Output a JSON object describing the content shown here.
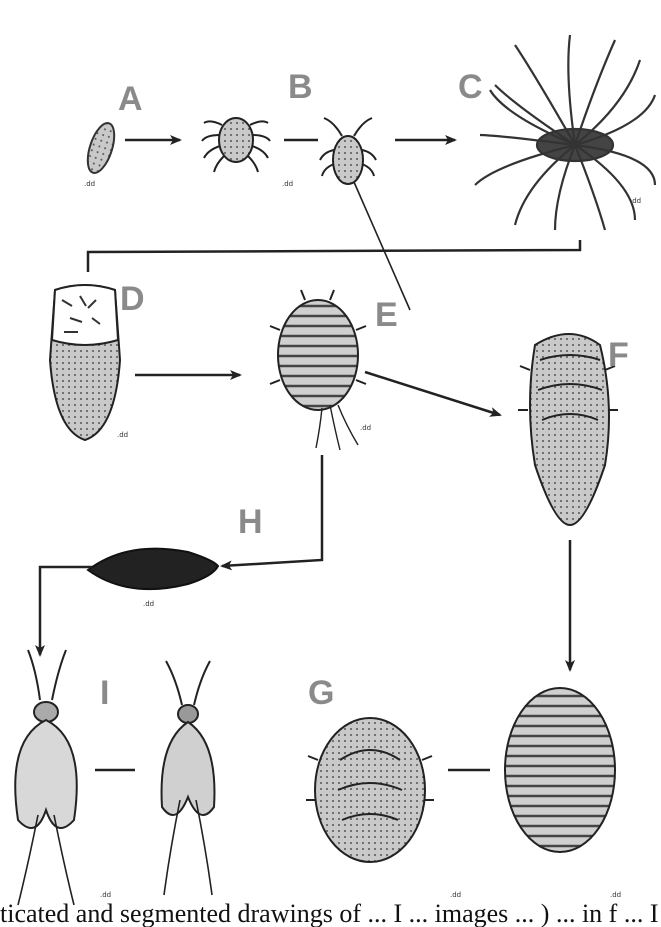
{
  "labels": {
    "A": "A",
    "B": "B",
    "C": "C",
    "D": "D",
    "E": "E",
    "F": "F",
    "G": "G",
    "H": "H",
    "I": "I"
  },
  "caption": "ticated and segmented drawings of ... I ... images ... ) ... in f ... I ..."
}
